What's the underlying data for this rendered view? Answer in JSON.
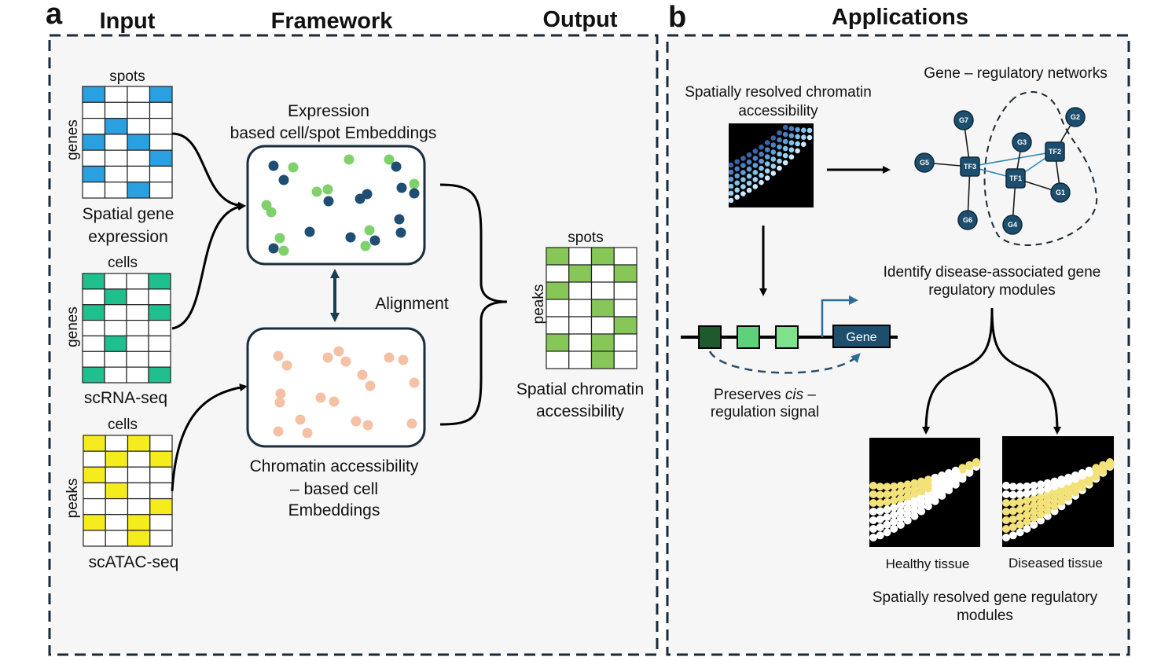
{
  "panel_a": {
    "letter": "a",
    "headers": {
      "input": "Input",
      "framework": "Framework",
      "output": "Output"
    },
    "inputs": [
      {
        "top": "spots",
        "side": "genes",
        "caption1": "Spatial gene",
        "caption2": "expression",
        "color": "#2aa0e0",
        "grid": [
          [
            1,
            0,
            0,
            1
          ],
          [
            0,
            0,
            0,
            0
          ],
          [
            0,
            1,
            0,
            0
          ],
          [
            1,
            0,
            1,
            0
          ],
          [
            0,
            0,
            0,
            1
          ],
          [
            1,
            0,
            0,
            0
          ],
          [
            0,
            0,
            1,
            0
          ]
        ]
      },
      {
        "top": "cells",
        "side": "genes",
        "caption1": "scRNA-seq",
        "caption2": "",
        "color": "#1fc08e",
        "grid": [
          [
            1,
            0,
            0,
            1
          ],
          [
            0,
            1,
            0,
            0
          ],
          [
            1,
            0,
            0,
            1
          ],
          [
            0,
            0,
            0,
            0
          ],
          [
            0,
            1,
            0,
            0
          ],
          [
            0,
            0,
            0,
            0
          ],
          [
            1,
            0,
            0,
            1
          ]
        ]
      },
      {
        "top": "cells",
        "side": "peaks",
        "caption1": "scATAC-seq",
        "caption2": "",
        "color": "#f5ec1e",
        "grid": [
          [
            1,
            0,
            1,
            0
          ],
          [
            0,
            1,
            0,
            1
          ],
          [
            1,
            0,
            0,
            0
          ],
          [
            0,
            1,
            0,
            0
          ],
          [
            0,
            0,
            0,
            1
          ],
          [
            1,
            0,
            1,
            0
          ],
          [
            0,
            0,
            1,
            0
          ]
        ]
      }
    ],
    "expression_box": {
      "title1": "Expression",
      "title2": "based cell/spot Embeddings",
      "color_a": "#1f4e72",
      "color_b": "#7fd16b"
    },
    "chromatin_box": {
      "title1": "Chromatin accessibility",
      "title2": "– based cell",
      "title3": "Embeddings",
      "color": "#f5c1a5"
    },
    "alignment_label": "Alignment",
    "output": {
      "top": "spots",
      "side": "peaks",
      "caption1": "Spatial chromatin",
      "caption2": "accessibility",
      "color": "#86c758",
      "grid": [
        [
          1,
          0,
          1,
          0
        ],
        [
          0,
          1,
          0,
          1
        ],
        [
          1,
          0,
          0,
          0
        ],
        [
          0,
          0,
          1,
          0
        ],
        [
          0,
          0,
          0,
          1
        ],
        [
          1,
          0,
          1,
          0
        ],
        [
          0,
          0,
          1,
          0
        ]
      ]
    }
  },
  "panel_b": {
    "letter": "b",
    "header": "Applications",
    "spatial_title1": "Spatially resolved chromatin",
    "spatial_title2": "accessibility",
    "grn_title": "Gene – regulatory networks",
    "node_color": "#1d4e6e",
    "edge_color": "#2b88b8",
    "nodes": [
      "G7",
      "G2",
      "G3",
      "TF2",
      "G5",
      "TF3",
      "TF1",
      "G1",
      "G6",
      "G4"
    ],
    "identify1": "Identify disease-associated gene",
    "identify2": "regulatory modules",
    "gene_label": "Gene",
    "cis1_prefix": "Preserves ",
    "cis1_italic": "cis",
    "cis1_suffix": " –",
    "cis2": "regulation signal",
    "element_colors": [
      "#1f5a2e",
      "#5ed17a",
      "#7fe08e"
    ],
    "tissues": {
      "healthy": "Healthy tissue",
      "diseased": "Diseased tissue"
    },
    "tissue_colors": {
      "highlight": "#f3e27a",
      "other": "#ffffff"
    },
    "modules1": "Spatially resolved gene regulatory",
    "modules2": "modules"
  }
}
